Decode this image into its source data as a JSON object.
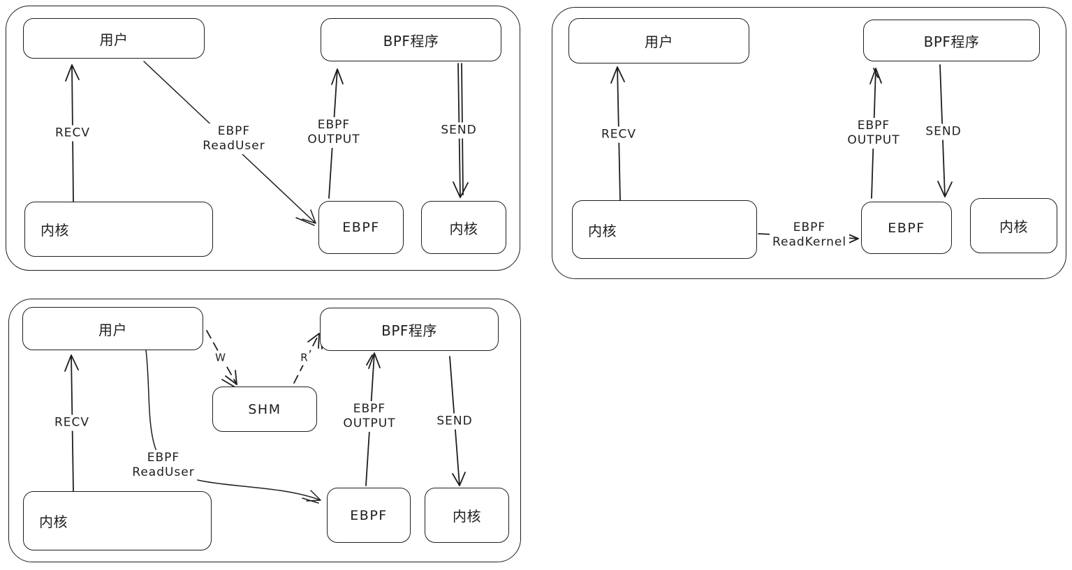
{
  "colors": {
    "stroke": "#1e1e1e",
    "background": "#ffffff"
  },
  "panels": [
    {
      "nodes": {
        "user": "用户",
        "bpf_program": "BPF程序",
        "kernel_source": "内核",
        "ebpf": "EBPF",
        "kernel_dest": "内核"
      },
      "edges": {
        "recv": "RECV",
        "read": {
          "line1": "EBPF",
          "line2": "ReadUser"
        },
        "output": {
          "line1": "EBPF",
          "line2": "OUTPUT"
        },
        "send": "SEND"
      }
    },
    {
      "nodes": {
        "user": "用户",
        "bpf_program": "BPF程序",
        "kernel_source": "内核",
        "ebpf": "EBPF",
        "kernel_dest": "内核"
      },
      "edges": {
        "recv": "RECV",
        "read": {
          "line1": "EBPF",
          "line2": "ReadKernel"
        },
        "output": {
          "line1": "EBPF",
          "line2": "OUTPUT"
        },
        "send": "SEND"
      }
    },
    {
      "nodes": {
        "user": "用户",
        "bpf_program": "BPF程序",
        "shm": "SHM",
        "kernel_source": "内核",
        "ebpf": "EBPF",
        "kernel_dest": "内核"
      },
      "edges": {
        "recv": "RECV",
        "write_shm": "W",
        "read_shm": "R",
        "read": {
          "line1": "EBPF",
          "line2": "ReadUser"
        },
        "output": {
          "line1": "EBPF",
          "line2": "OUTPUT"
        },
        "send": "SEND"
      }
    }
  ]
}
